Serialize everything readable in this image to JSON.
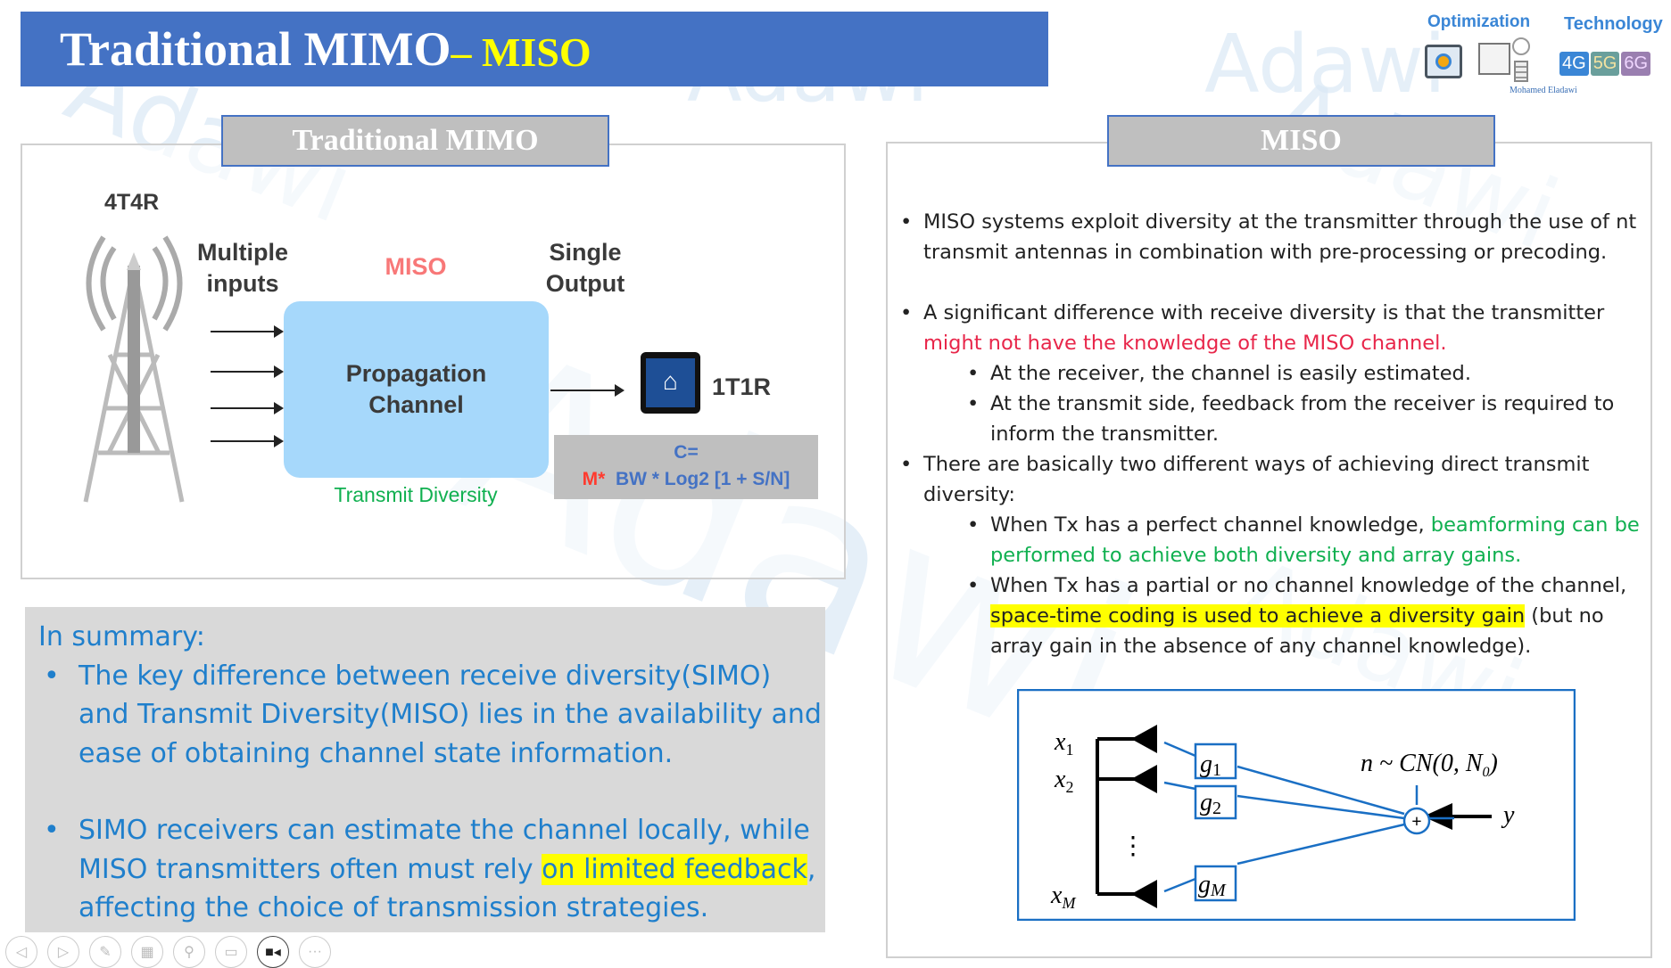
{
  "title": {
    "main": "Traditional MIMO",
    "suffix": "– MISO"
  },
  "logo": {
    "optimization": "Optimization",
    "technology": "Technology",
    "author": "Mohamed Eladawi",
    "badges": [
      "4G",
      "5G",
      "6G"
    ]
  },
  "watermark": "Adawi",
  "left_panel": {
    "header": "Traditional MIMO",
    "tx_label": "4T4R",
    "inputs_label": [
      "Multiple",
      "inputs"
    ],
    "miso_label": "MISO",
    "output_label": [
      "Single",
      "Output"
    ],
    "channel_label": [
      "Propagation",
      "Channel"
    ],
    "rx_label": "1T1R",
    "diversity_label": "Transmit Diversity",
    "formula": {
      "line1": "C=",
      "m": "M*",
      "rest": "BW * Log2 [1 + S/N]"
    }
  },
  "right_panel": {
    "header": "MISO",
    "p1": "MISO systems exploit diversity at the transmitter through the use of nt transmit antennas in combination with pre-processing or precoding.",
    "p2a": "A significant difference with receive diversity is that the transmitter ",
    "p2b": "might not have the knowledge of the MISO channel.",
    "p2s1": "At the receiver, the channel is easily estimated.",
    "p2s2": "At the transmit side, feedback from the receiver is required to inform the transmitter.",
    "p3": "There are basically two different ways of achieving direct transmit diversity:",
    "p3s1a": "When Tx has a perfect channel knowledge, ",
    "p3s1b": "beamforming can be performed to achieve both diversity and array gains.",
    "p3s2a": "When Tx has a partial or no channel knowledge of the channel, ",
    "p3s2b": "space-time coding is used to achieve a diversity gain",
    "p3s2c": " (but no array gain in the absence of any channel knowledge).",
    "diagram": {
      "x1": "x",
      "x1s": "1",
      "x2": "x",
      "x2s": "2",
      "xm": "x",
      "xms": "M",
      "g1": "g",
      "g1s": "1",
      "g2": "g",
      "g2s": "2",
      "gm": "g",
      "gms": "M",
      "noise": "n ~ CN(0, N",
      "noise_sub": "0",
      "noise_end": ")",
      "sum": "+",
      "y": "y",
      "dots": "⋮"
    }
  },
  "summary": {
    "heading": "In summary:",
    "b1": "The key difference between receive diversity(SIMO) and Transmit Diversity(MISO) lies in the availability and ease of obtaining channel state information.",
    "b2a": "SIMO receivers can estimate the channel locally, while MISO transmitters often must rely ",
    "b2b": "on limited feedback",
    "b2c": ", affecting the choice of transmission strategies."
  },
  "toolbar": {
    "buttons": [
      "previous",
      "next",
      "pen",
      "slides",
      "zoom",
      "subtitles",
      "camera",
      "more"
    ]
  },
  "bullet": "•"
}
